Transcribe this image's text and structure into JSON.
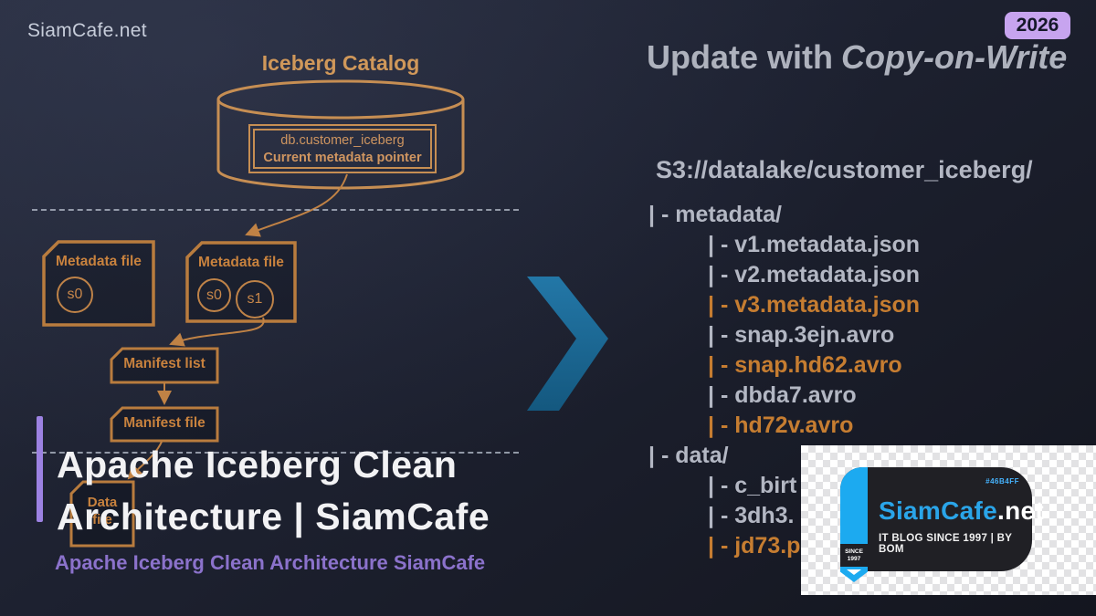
{
  "watermark": "SiamCafe.net",
  "year_badge": "2026",
  "right_panel": {
    "title_prefix": "Update with",
    "title_emphasis": "Copy-on-Write",
    "s3_path": "S3://datalake/customer_iceberg/",
    "file_tree": [
      {
        "label": "| - metadata/",
        "level": 1,
        "highlight": false
      },
      {
        "label": "| - v1.metadata.json",
        "level": 2,
        "highlight": false
      },
      {
        "label": "| - v2.metadata.json",
        "level": 2,
        "highlight": false
      },
      {
        "label": "| - v3.metadata.json",
        "level": 2,
        "highlight": true
      },
      {
        "label": "| - snap.3ejn.avro",
        "level": 2,
        "highlight": false
      },
      {
        "label": "| - snap.hd62.avro",
        "level": 2,
        "highlight": true
      },
      {
        "label": "| - dbda7.avro",
        "level": 2,
        "highlight": false
      },
      {
        "label": "| - hd72v.avro",
        "level": 2,
        "highlight": true
      },
      {
        "label": "| - data/",
        "level": 1,
        "highlight": false
      },
      {
        "label": "| - c_birt",
        "level": 2,
        "highlight": false
      },
      {
        "label": "| - 3dh3.",
        "level": 2,
        "highlight": false
      },
      {
        "label": "| - jd73.p",
        "level": 2,
        "highlight": true
      }
    ]
  },
  "diagram": {
    "catalog_title": "Iceberg Catalog",
    "db_name": "db.customer_iceberg",
    "pointer_label": "Current metadata pointer",
    "metadata_file_1": {
      "title": "Metadata file",
      "snapshots": [
        "s0"
      ]
    },
    "metadata_file_2": {
      "title": "Metadata file",
      "snapshots": [
        "s0",
        "s1"
      ]
    },
    "manifest_list": "Manifest list",
    "manifest_file": "Manifest file",
    "data_file": "Data file"
  },
  "footer": {
    "title_line1": "Apache Iceberg Clean",
    "title_line2": "Architecture | SiamCafe",
    "subtitle": "Apache Iceberg Clean Architecture SiamCafe"
  },
  "logo_card": {
    "hex_code": "#46B4FF",
    "brand": "SiamCafe",
    "brand_suffix": ".net",
    "tagline": "IT BLOG SINCE 1997 | BY BOM",
    "ribbon_line1": "SINCE",
    "ribbon_line2": "1997"
  },
  "colors": {
    "background": "#1c2030",
    "diagram_orange": "#c68e53",
    "highlight_orange": "#c67d31",
    "text_gray": "#b3b7c3",
    "title_white": "#f2f2f4",
    "accent_purple": "#8b72cb",
    "badge_purple": "#c7a4ef",
    "chevron_blue": "#1d6f9f",
    "logo_blue": "#1caaf0"
  }
}
